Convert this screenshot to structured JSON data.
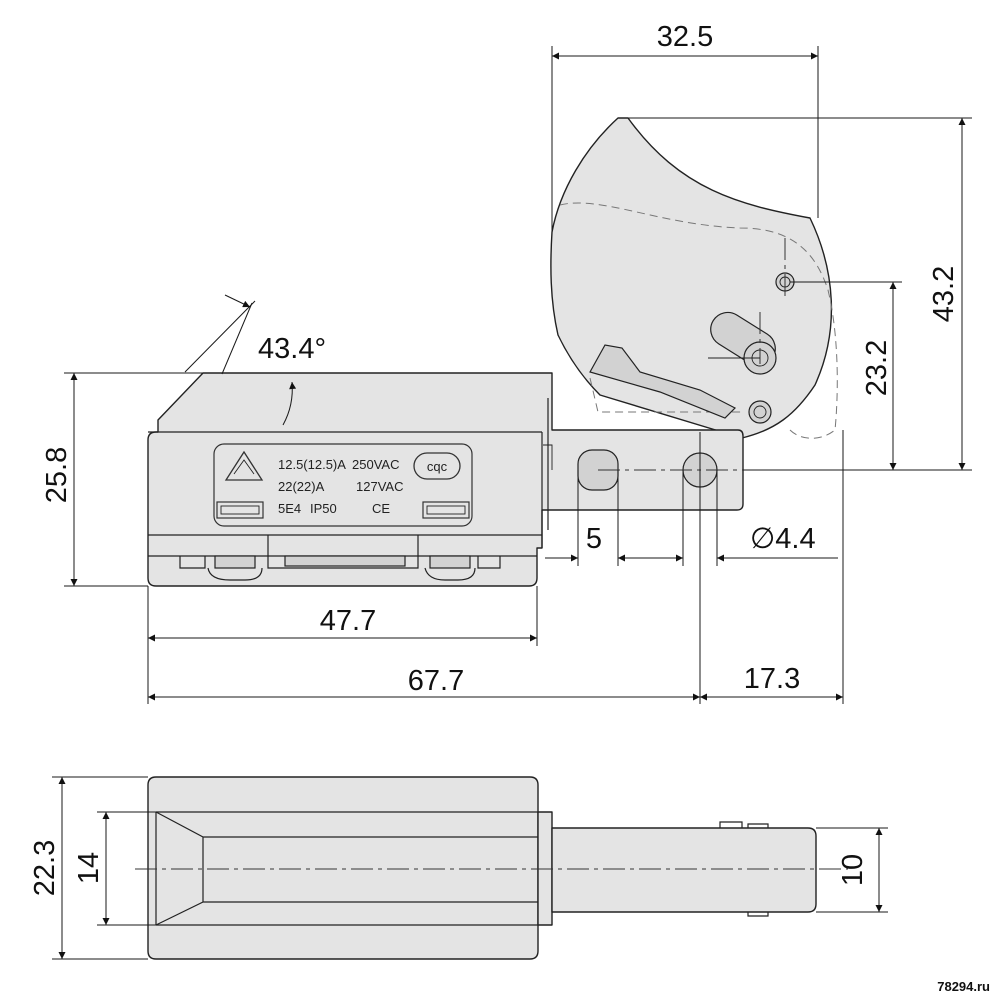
{
  "dimensions": {
    "top_width": "32.5",
    "total_height": "43.2",
    "pivot_height": "23.2",
    "angle": "43.4°",
    "body_height": "25.8",
    "hole_pitch": "5",
    "hole_diameter": "∅4.4",
    "body_length": "47.7",
    "overall_length": "67.7",
    "trigger_offset": "17.3",
    "base_height": "22.3",
    "inner_height": "14",
    "shaft_height": "10"
  },
  "label": {
    "line1_current": "12.5(12.5)A",
    "line1_voltage": "250VAC",
    "line2_current": "22(22)A",
    "line2_voltage": "127VAC",
    "line3_code": "5E4",
    "line3_rating": "IP50",
    "ce_mark": "CE",
    "cqc_mark": "cqc"
  },
  "watermark": "78294.ru"
}
